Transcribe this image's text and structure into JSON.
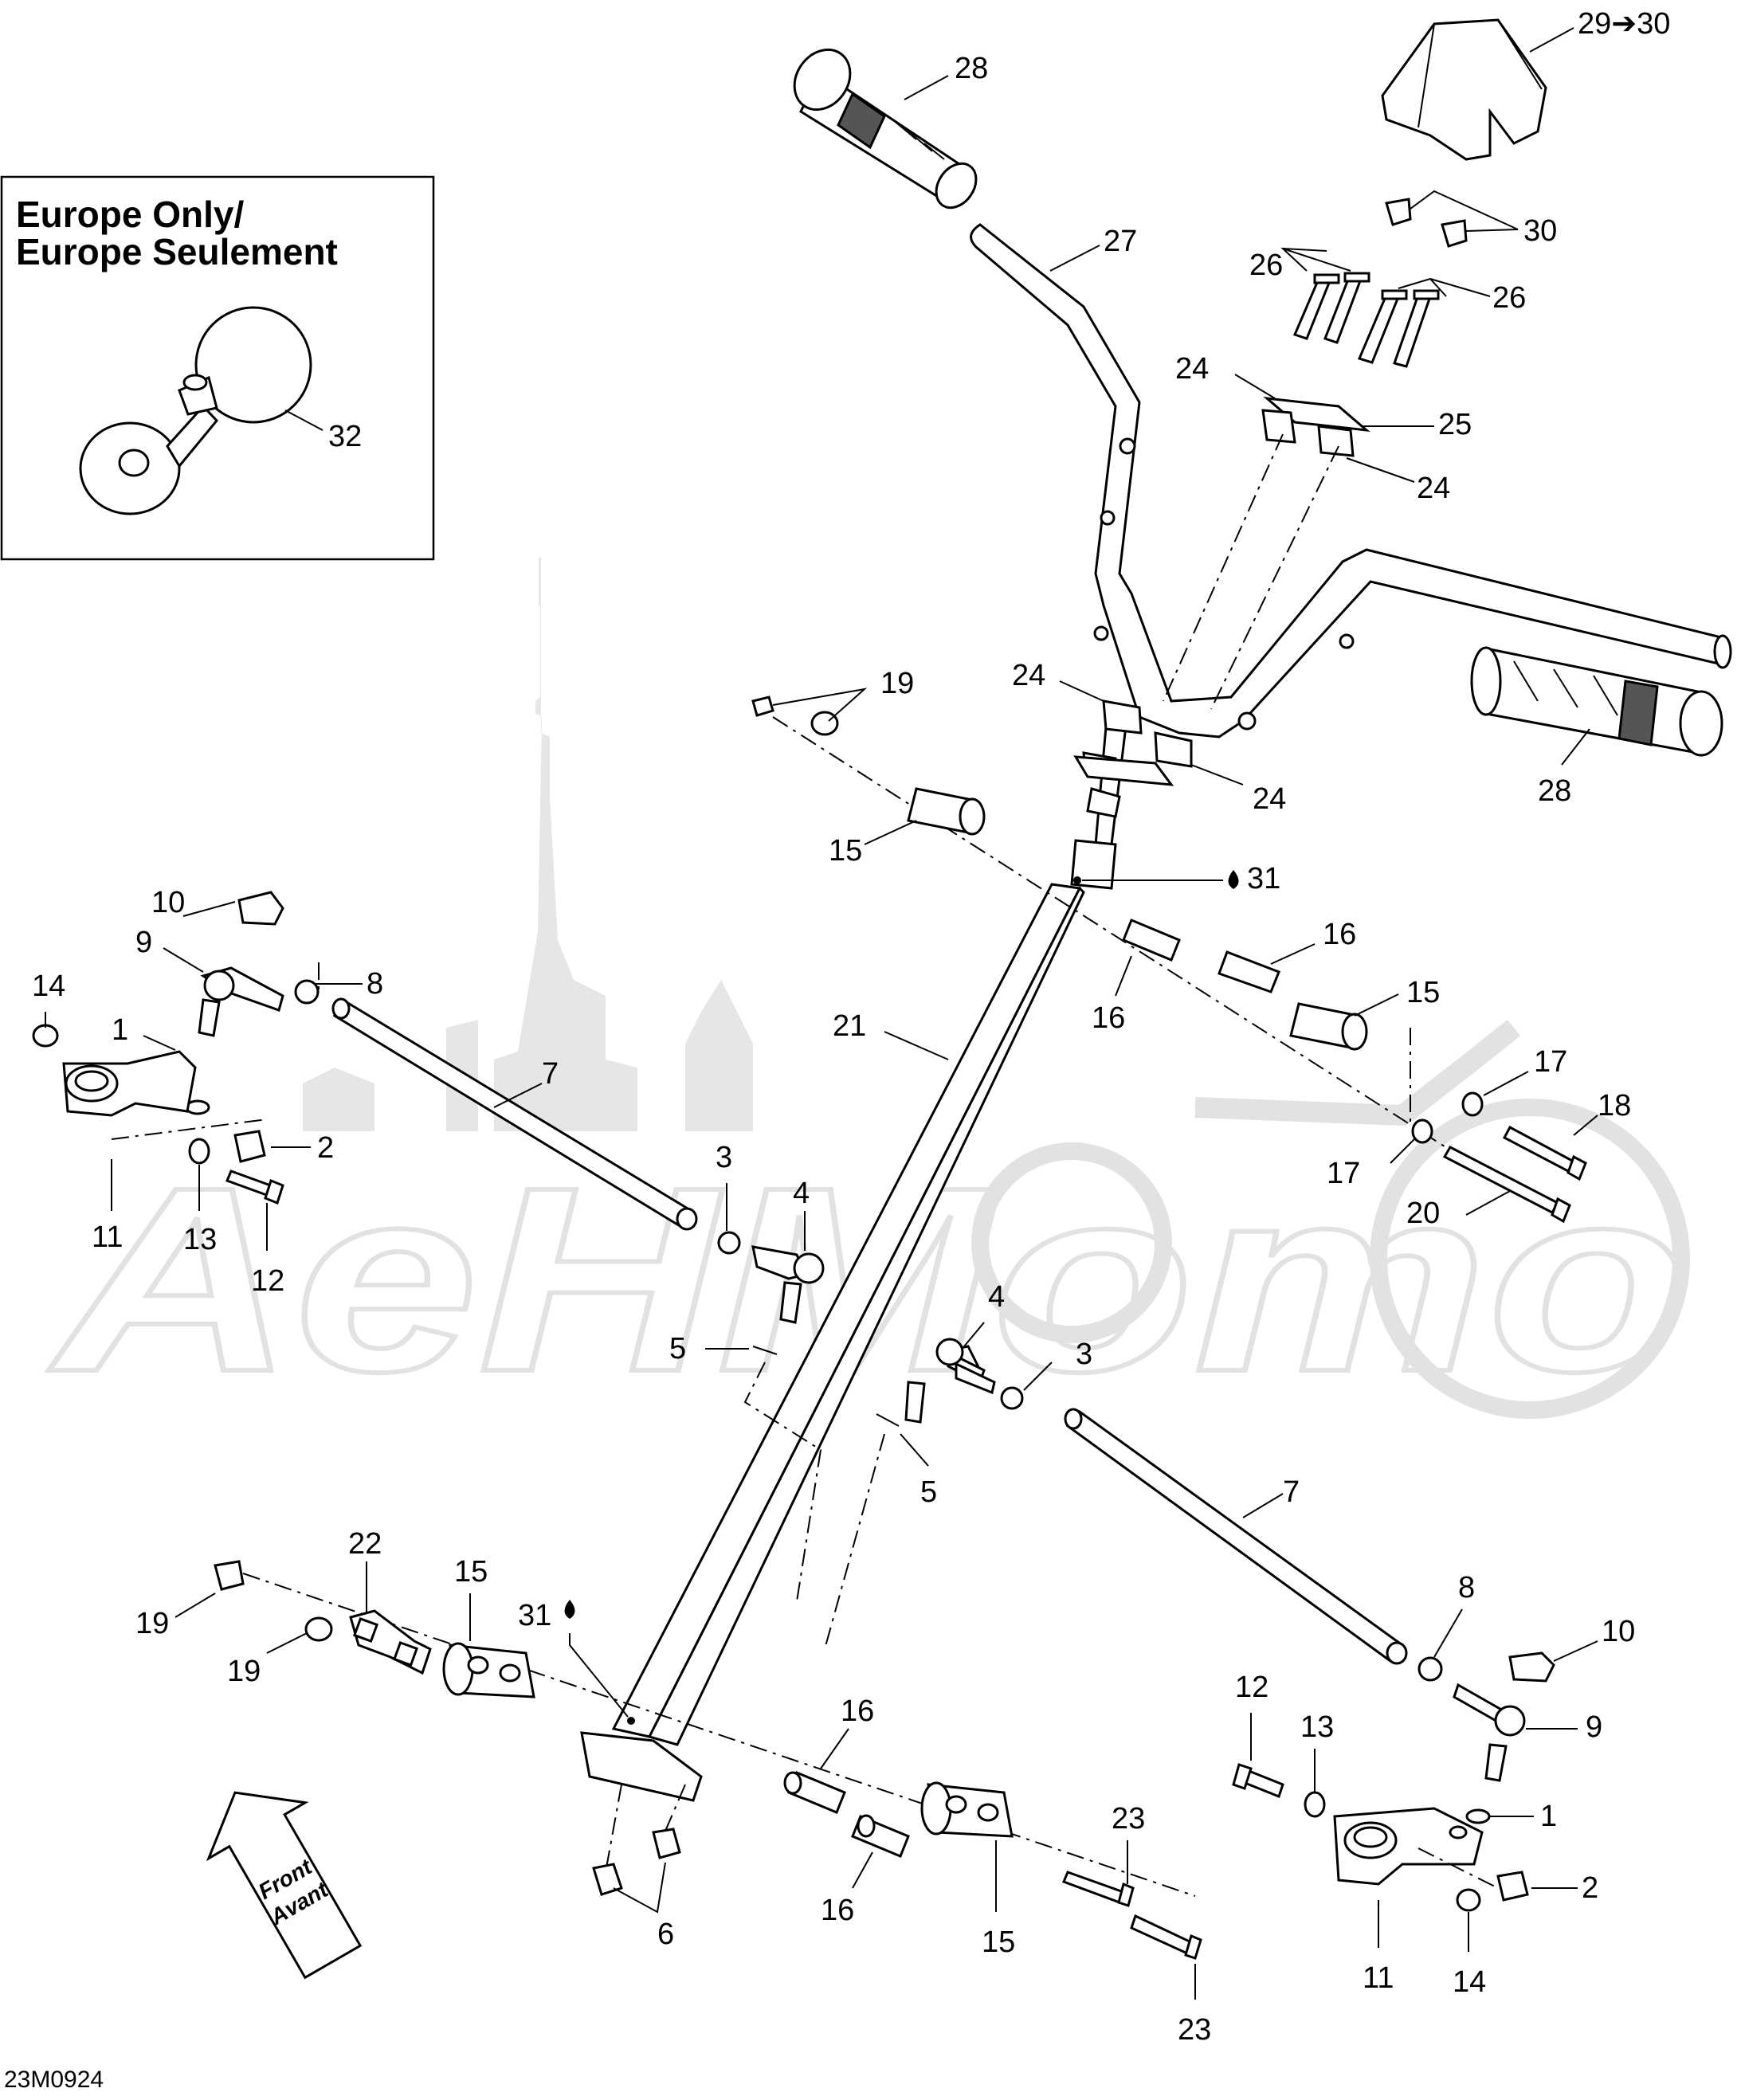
{
  "diagram_code": "23M0924",
  "inset": {
    "title_line1": "Europe Only/",
    "title_line2": "Europe Seulement",
    "part_label": "32"
  },
  "watermark": "AeHMomo",
  "front_arrow": {
    "line1": "Front",
    "line2": "Avant"
  },
  "labels": {
    "grip_top": "28",
    "grip_right": "28",
    "pad": "29➔30",
    "clip": "30",
    "handlebar": "27",
    "screw_left": "26",
    "screw_right": "26",
    "clamp_top_left": "24",
    "clamp_top_right": "24",
    "plate": "25",
    "clamp_low_left": "24",
    "clamp_low_right": "24",
    "nut_top": "19",
    "bushing_top_left": "15",
    "grease_top": "31",
    "spacer_top_right": "16",
    "spacer_top_left": "16",
    "bushing_top_right": "15",
    "washer_top_a": "17",
    "bolt_top": "18",
    "washer_top_b": "17",
    "bolt_top_long": "20",
    "column": "21",
    "cap_left": "10",
    "balljoint_left": "9",
    "jamnut_left": "8",
    "nut_left": "14",
    "washer_left": "1",
    "tierod_left": "7",
    "arm_left": "11",
    "nut2_left": "2",
    "washer13_left": "13",
    "bolt12_left": "12",
    "jam3_left": "3",
    "end4_left": "4",
    "clip5_left": "5",
    "end4_right": "4",
    "jam3_right": "3",
    "clip5_right": "5",
    "tierod_right": "7",
    "jamnut_right": "8",
    "cap_right": "10",
    "balljoint_right": "9",
    "bolt12_right": "12",
    "washer13_right": "13",
    "washer_right": "1",
    "nut2_right": "2",
    "arm_right": "11",
    "nut_right": "14",
    "plate22": "22",
    "bushing_low_left": "15",
    "grease_low": "31",
    "nut19_a": "19",
    "nut19_b": "19",
    "spacer_low_a": "16",
    "spacer_low_b": "16",
    "bushing_low_right": "15",
    "bolt23_a": "23",
    "bolt23_b": "23",
    "nut6": "6"
  }
}
